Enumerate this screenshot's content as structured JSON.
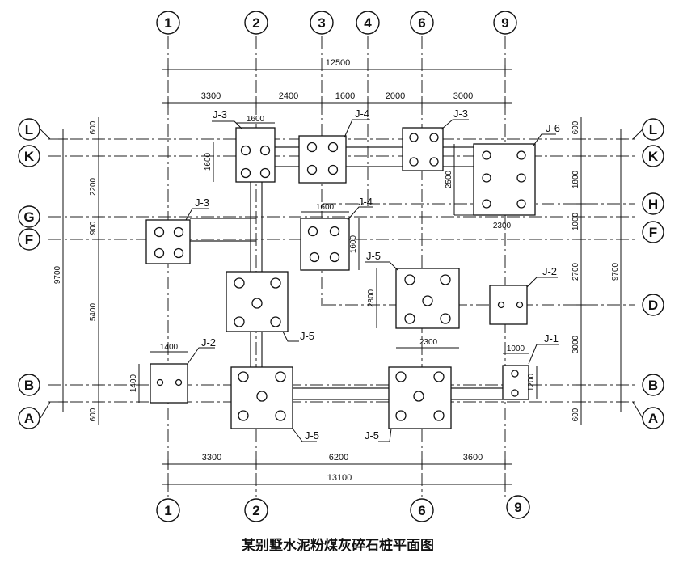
{
  "title": "某别墅水泥粉煤灰碎石桩平面图",
  "axes": {
    "top": [
      "1",
      "2",
      "3",
      "4",
      "6",
      "9"
    ],
    "bottom": [
      "1",
      "2",
      "6",
      "9"
    ],
    "left": [
      "L",
      "K",
      "G",
      "F",
      "B",
      "A"
    ],
    "right": [
      "L",
      "K",
      "H",
      "F",
      "D",
      "B",
      "A"
    ]
  },
  "dims": {
    "top_total": "12500",
    "top_segments": [
      "3300",
      "2400",
      "1600",
      "2000",
      "3000"
    ],
    "bottom_segments": [
      "3300",
      "6200",
      "3600"
    ],
    "bottom_total": "13100",
    "left_segments": [
      "600",
      "2200",
      "900",
      "5400",
      "600"
    ],
    "left_total": "9700",
    "right_segments": [
      "600",
      "1800",
      "1000",
      "2700",
      "3000",
      "600"
    ],
    "right_total": "9700",
    "local": {
      "j3_top_w": "1600",
      "j3_top_h": "1600",
      "j4_mid_w": "1600",
      "j4_mid_h": "1600",
      "j6_h": "2500",
      "j6_w": "2300",
      "j5_right_h": "2800",
      "j5_right_w": "2300",
      "j2_left_w": "1400",
      "j2_left_h": "1400",
      "j1_w": "1000",
      "j1_h": "1200"
    }
  },
  "tags": {
    "j3_a": "J-3",
    "j4_a": "J-4",
    "j3_b": "J-3",
    "j6": "J-6",
    "j3_c": "J-3",
    "j4_b": "J-4",
    "j5_a": "J-5",
    "j2_a": "J-2",
    "j5_b": "J-5",
    "j2_b": "J-2",
    "j1": "J-1",
    "j5_c": "J-5",
    "j5_d": "J-5"
  }
}
